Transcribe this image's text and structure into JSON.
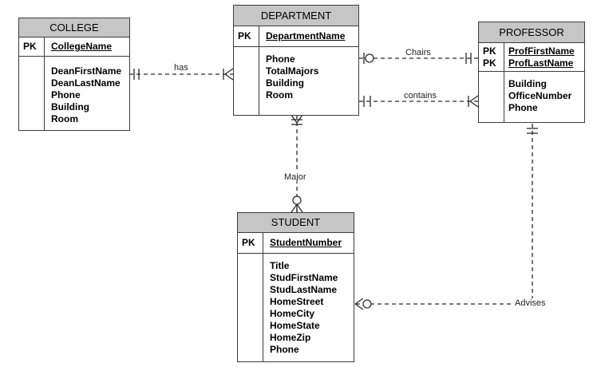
{
  "entities": {
    "college": {
      "title": "COLLEGE",
      "pk_labels": [
        "PK"
      ],
      "keys": [
        "CollegeName"
      ],
      "attributes": [
        "DeanFirstName",
        "DeanLastName",
        "Phone",
        "Building",
        "Room"
      ]
    },
    "department": {
      "title": "DEPARTMENT",
      "pk_labels": [
        "PK"
      ],
      "keys": [
        "DepartmentName"
      ],
      "attributes": [
        "Phone",
        "TotalMajors",
        "Building",
        "Room"
      ]
    },
    "professor": {
      "title": "PROFESSOR",
      "pk_labels": [
        "PK",
        "PK"
      ],
      "keys": [
        "ProfFirstName",
        "ProfLastName"
      ],
      "attributes": [
        "Building",
        "OfficeNumber",
        "Phone"
      ]
    },
    "student": {
      "title": "STUDENT",
      "pk_labels": [
        "PK"
      ],
      "keys": [
        "StudentNumber"
      ],
      "attributes": [
        "Title",
        "StudFirstName",
        "StudLastName",
        "HomeStreet",
        "HomeCity",
        "HomeState",
        "HomeZip",
        "Phone"
      ]
    }
  },
  "relationships": {
    "has": "has",
    "chairs": "Chairs",
    "contains": "contains",
    "major": "Major",
    "advises": "Advises"
  },
  "colors": {
    "line": "#2a2a2a",
    "header": "#c6c6c6",
    "border": "#3c3c3c"
  }
}
